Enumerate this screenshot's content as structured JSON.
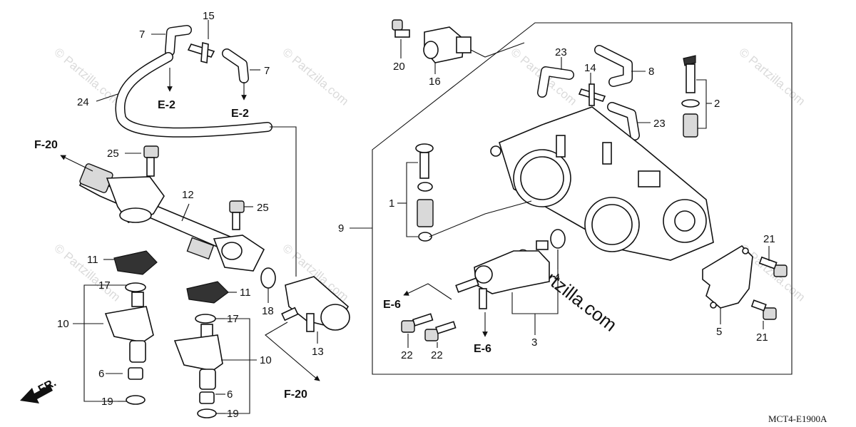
{
  "diagram": {
    "drawing_code": "MCT4-E1900A",
    "watermark_text": "© Partzilla.com",
    "watermark_brand": "© partzilla.com",
    "direction_label": "FR.",
    "callouts": {
      "c1": "1",
      "c2": "2",
      "c3": "3",
      "c4": "4",
      "c5": "5",
      "c6a": "6",
      "c6b": "6",
      "c7a": "7",
      "c7b": "7",
      "c8": "8",
      "c9": "9",
      "c10a": "10",
      "c10b": "10",
      "c11a": "11",
      "c11b": "11",
      "c12": "12",
      "c13": "13",
      "c14": "14",
      "c15": "15",
      "c16": "16",
      "c17a": "17",
      "c17b": "17",
      "c18": "18",
      "c19a": "19",
      "c19b": "19",
      "c20": "20",
      "c21a": "21",
      "c21b": "21",
      "c22a": "22",
      "c22b": "22",
      "c23a": "23",
      "c23b": "23",
      "c24": "24",
      "c25a": "25",
      "c25b": "25"
    },
    "references": {
      "e2a": "E-2",
      "e2b": "E-2",
      "f20a": "F-20",
      "f20b": "F-20",
      "e6a": "E-6",
      "e6b": "E-6"
    }
  }
}
